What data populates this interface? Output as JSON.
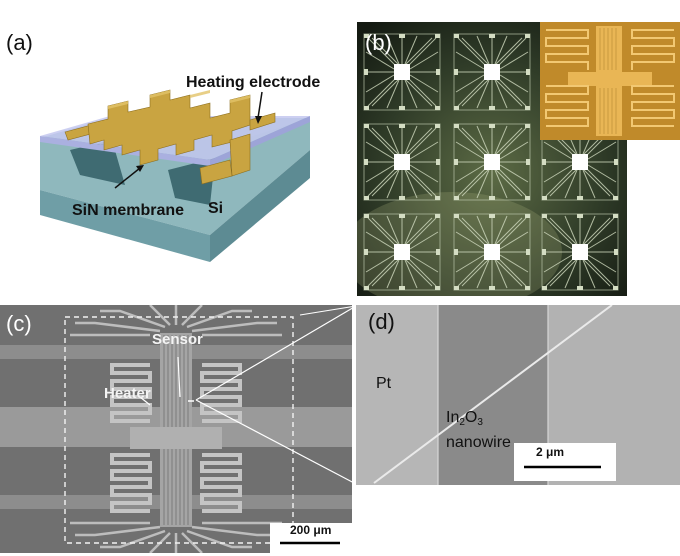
{
  "panels": {
    "a": {
      "label": "(a)",
      "annotations": {
        "heating_electrode": "Heating electrode",
        "membrane": "SiN membrane",
        "substrate": "Si"
      }
    },
    "b": {
      "label": "(b)"
    },
    "c": {
      "label": "(c)",
      "annotations": {
        "sensor": "Sensor",
        "heater": "Heater"
      },
      "scale_bar": "200 μm"
    },
    "d": {
      "label": "(d)",
      "annotations": {
        "electrode": "Pt",
        "nanowire_line1": "In",
        "sub2": "2",
        "mid": "O",
        "sub3": "3",
        "nanowire_line2": "nanowire"
      },
      "scale_bar": "2 μm"
    }
  },
  "colors": {
    "gold": "#c9a441",
    "membrane_blue": "#b9bfe6",
    "si_teal": "#7fa9b1",
    "sem_gray": "#8a8a8a"
  }
}
